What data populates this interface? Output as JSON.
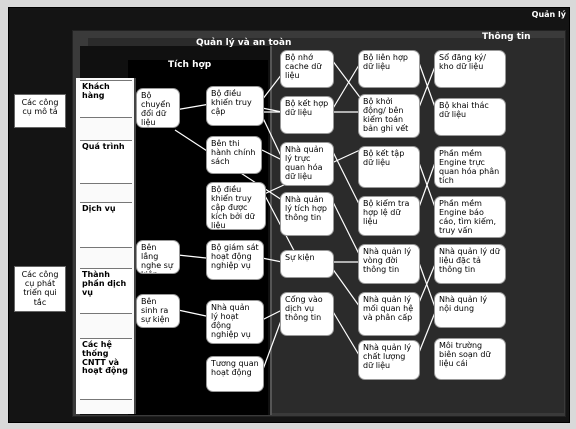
{
  "title_corner": "Quản lý",
  "bands": {
    "info": "Thông tin",
    "security": "Quản lý và an toàn",
    "integration": "Tích hợp"
  },
  "side_notes": {
    "description_tools": "Các công cụ mô tả",
    "development_tools": "Các công cụ phát triển qui tắc"
  },
  "left_column": {
    "customer": "Khách hàng",
    "process": "Quá trình",
    "service": "Dịch vụ",
    "service_component": "Thành phần dịch vụ",
    "it_systems": "Các hệ thống CNTT và hoạt động"
  },
  "nodes": {
    "data_converter": "Bộ chuyển đổi dữ liệu",
    "access_controller": "Bộ điều khiển truy cập",
    "policy_executor": "Bên thi hành chính sách",
    "data_driven_access": "Bộ điều khiển truy cập được kích bởi dữ liệu",
    "event_listener": "Bên lắng nghe sự kiện",
    "operation_monitor": "Bộ giám sát hoạt động nghiệp vụ",
    "event_generator": "Bên sinh ra sự kiện",
    "operation_manager": "Nhà quản lý hoạt động nghiệp vụ",
    "activity_correlation": "Tương quan hoạt động",
    "data_cache": "Bộ nhớ cache dữ liệu",
    "data_combiner": "Bộ kết hợp dữ liệu",
    "visual_correlation_manager": "Nhà quản lý trực quan hóa dữ liệu",
    "integration_info_manager": "Nhà quản lý tích hợp thông tin",
    "event": "Sự kiện",
    "service_portal": "Cổng vào dịch vụ thông tin",
    "data_linker": "Bộ liên hợp dữ liệu",
    "audit_starter": "Bộ khởi động/ bên kiểm toán bản ghi vết",
    "data_assembler": "Bộ kết tập dữ liệu",
    "data_validator": "Bộ kiểm tra hợp lệ dữ liệu",
    "info_lifecycle_manager": "Nhà quản lý vòng đời thông tin",
    "relation_hierarchy_manager": "Nhà quản lý mối quan hệ và phân cấp",
    "data_quality_manager": "Nhà quản lý chất lượng dữ liệu",
    "registry_repository": "Sổ đăng ký/ kho dữ liệu",
    "data_mining": "Bộ khai thác dữ liệu",
    "visualization_engine": "Phần mềm Engine trực quan hóa phân tích",
    "reporting_engine": "Phần mềm Engine báo cáo, tìm kiếm, truy vấn",
    "metadata_manager": "Nhà quản lý dữ liệu đặc tả thông tin",
    "content_manager": "Nhà quản lý nội dung",
    "data_edit_env": "Môi trường biên soạn dữ liệu cái"
  }
}
